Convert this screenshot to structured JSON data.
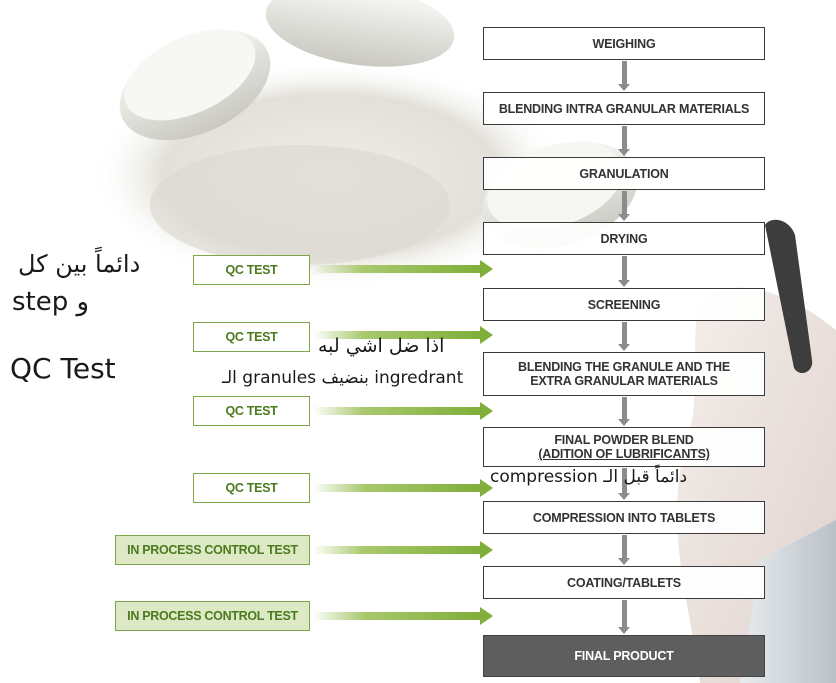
{
  "steps": [
    {
      "lines": [
        "WEIGHING"
      ]
    },
    {
      "lines": [
        "BLENDING INTRA GRANULAR MATERIALS"
      ]
    },
    {
      "lines": [
        "GRANULATION"
      ]
    },
    {
      "lines": [
        "DRYING"
      ]
    },
    {
      "lines": [
        "SCREENING"
      ]
    },
    {
      "lines": [
        "BLENDING THE GRANULE AND THE",
        "EXTRA GRANULAR MATERIALS"
      ]
    },
    {
      "lines": [
        "FINAL POWDER BLEND",
        "(ADITION OF LUBRIFICANTS)"
      ]
    },
    {
      "lines": [
        "COMPRESSION INTO TABLETS"
      ]
    },
    {
      "lines": [
        "COATING/TABLETS"
      ]
    },
    {
      "lines": [
        "FINAL PRODUCT"
      ]
    }
  ],
  "tests": [
    {
      "label": "QC TEST",
      "points_to": "DRYING"
    },
    {
      "label": "QC TEST",
      "points_to": "SCREENING"
    },
    {
      "label": "QC TEST",
      "points_to": "BLENDING THE GRANULE AND THE EXTRA GRANULAR MATERIALS"
    },
    {
      "label": "QC TEST",
      "points_to": "FINAL POWDER BLEND"
    },
    {
      "label": "IN PROCESS CONTROL TEST",
      "points_to": "COMPRESSION INTO TABLETS"
    },
    {
      "label": "IN PROCESS CONTROL TEST",
      "points_to": "COATING/TABLETS"
    }
  ],
  "annotations": {
    "left_arabic": "دائماً بين كل",
    "left_step": "step و",
    "left_qc": "QC Test",
    "middle_arabic": "اذا ضل اشي لبه",
    "middle_granules": "ingredrant بنضيف granules الـ",
    "compression_note": "دائماً قبل الـ compression"
  },
  "colors": {
    "step_border": "#3a3a3a",
    "final_fill": "#5e5e5e",
    "test_border": "#7fa44a",
    "ipc_fill": "#dce9c4",
    "arrow_green": "#7fae3a"
  }
}
